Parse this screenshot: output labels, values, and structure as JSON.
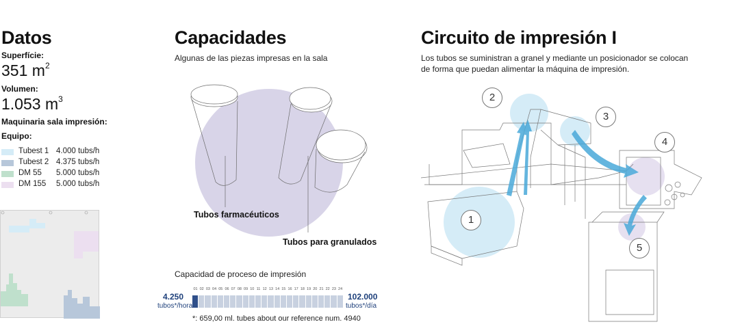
{
  "datos": {
    "title": "Datos",
    "superficie_label": "Superfície:",
    "superficie_value": "351 m",
    "superficie_exp": "2",
    "volumen_label": "Volumen:",
    "volumen_value": "1.053 m",
    "volumen_exp": "3",
    "maquinaria_label": "Maquinaria sala impresión:",
    "equipo_label": "Equipo:",
    "equipment": [
      {
        "name": "Tubest 1",
        "rate": "4.000 tubs/h",
        "color": "#d5ecf7"
      },
      {
        "name": "Tubest 2",
        "rate": "4.375 tubs/h",
        "color": "#b7c7da"
      },
      {
        "name": "DM 55",
        "rate": "5.000 tubs/h",
        "color": "#bfe0cc"
      },
      {
        "name": "DM 155",
        "rate": "5.000 tubs/h",
        "color": "#ecdff0"
      }
    ]
  },
  "capacidades": {
    "title": "Capacidades",
    "subtitle": "Algunas de las piezas impresas en la sala",
    "label_pharma": "Tubos farmacéuticos",
    "label_granulados": "Tubos para granulados",
    "proceso_title": "Capacidad de proceso de impresión",
    "rate_hour_value": "4.250",
    "rate_hour_unit": "tubos*/hora",
    "rate_day_value": "102.000",
    "rate_day_unit": "tubos*/día",
    "hours": [
      "01",
      "02",
      "03",
      "04",
      "05",
      "06",
      "07",
      "08",
      "09",
      "10",
      "11",
      "12",
      "13",
      "14",
      "15",
      "16",
      "17",
      "18",
      "19",
      "20",
      "21",
      "22",
      "23",
      "24"
    ],
    "footnote": "*: 659,00 ml. tubes about our reference num. 4940",
    "circle_color": "#d8d4e8"
  },
  "circuito": {
    "title": "Circuito de impresión I",
    "description_line1": "Los tubos se suministran a granel y mediante un posicionador se colocan",
    "description_line2": "de forma que puedan alimentar la máquina de impresión.",
    "steps": [
      "1",
      "2",
      "3",
      "4",
      "5"
    ],
    "arrow_color": "#4aa9d9"
  }
}
